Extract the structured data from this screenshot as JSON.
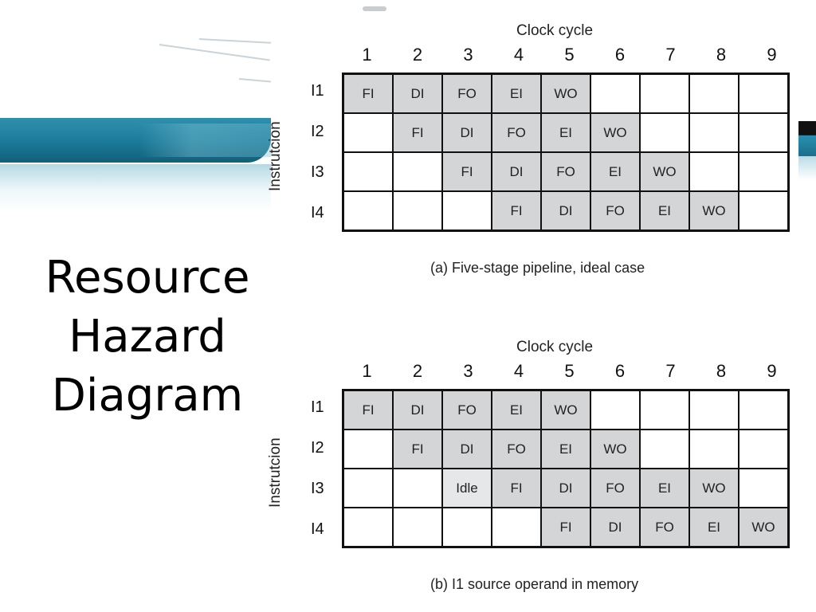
{
  "slide": {
    "title_lines": [
      "Resource",
      "Hazard",
      "Diagram"
    ]
  },
  "diagrams": [
    {
      "clock_label": "Clock cycle",
      "cycles": [
        "1",
        "2",
        "3",
        "4",
        "5",
        "6",
        "7",
        "8",
        "9"
      ],
      "axis_label": "Instrutcion",
      "rows": [
        {
          "label": "I1",
          "cells": [
            "FI",
            "DI",
            "FO",
            "EI",
            "WO",
            "",
            "",
            "",
            ""
          ]
        },
        {
          "label": "I2",
          "cells": [
            "",
            "FI",
            "DI",
            "FO",
            "EI",
            "WO",
            "",
            "",
            ""
          ]
        },
        {
          "label": "I3",
          "cells": [
            "",
            "",
            "FI",
            "DI",
            "FO",
            "EI",
            "WO",
            "",
            ""
          ]
        },
        {
          "label": "I4",
          "cells": [
            "",
            "",
            "",
            "FI",
            "DI",
            "FO",
            "EI",
            "WO",
            ""
          ]
        }
      ],
      "caption": "(a) Five-stage pipeline, ideal case"
    },
    {
      "clock_label": "Clock cycle",
      "cycles": [
        "1",
        "2",
        "3",
        "4",
        "5",
        "6",
        "7",
        "8",
        "9"
      ],
      "axis_label": "Instrutcion",
      "rows": [
        {
          "label": "I1",
          "cells": [
            "FI",
            "DI",
            "FO",
            "EI",
            "WO",
            "",
            "",
            "",
            ""
          ]
        },
        {
          "label": "I2",
          "cells": [
            "",
            "FI",
            "DI",
            "FO",
            "EI",
            "WO",
            "",
            "",
            ""
          ]
        },
        {
          "label": "I3",
          "cells": [
            "",
            "",
            "Idle",
            "FI",
            "DI",
            "FO",
            "EI",
            "WO",
            ""
          ]
        },
        {
          "label": "I4",
          "cells": [
            "",
            "",
            "",
            "",
            "FI",
            "DI",
            "FO",
            "EI",
            "WO"
          ]
        }
      ],
      "caption": "(b) I1 source operand in memory"
    }
  ],
  "colors": {
    "cell_filled": "#d4d5d7",
    "cell_idle": "#e6e7e9",
    "banner": "#1b7a99"
  }
}
